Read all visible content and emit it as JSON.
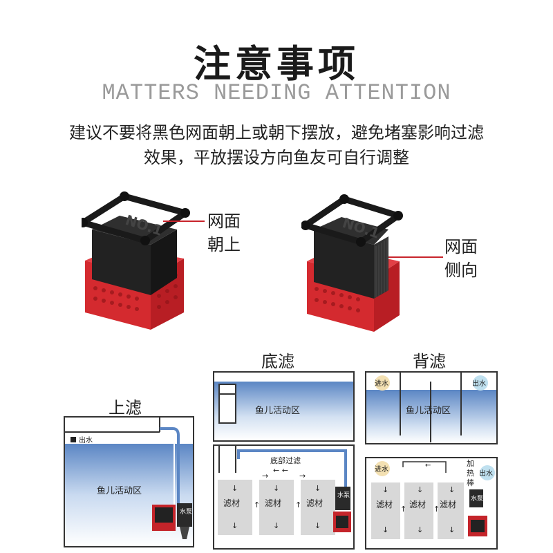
{
  "header": {
    "title": "注意事项",
    "subtitle": "MATTERS NEEDING ATTENTION",
    "desc_line1": "建议不要将黑色网面朝上或朝下摆放，避免堵塞影响过滤",
    "desc_line2": "效果，平放摆设方向鱼友可自行调整"
  },
  "products": {
    "left": {
      "label_line1": "网面",
      "label_line2": "朝上"
    },
    "right": {
      "label_line1": "网面",
      "label_line2": "侧向"
    }
  },
  "diagrams": {
    "top_filter": {
      "title": "上滤",
      "outlet": "出水",
      "zone": "鱼儿活动区",
      "pump": "水泵"
    },
    "bottom_filter": {
      "title": "底滤",
      "zone": "鱼儿活动区",
      "flow_label": "底部过滤",
      "media1": "滤材",
      "media2": "滤材",
      "media3": "滤材",
      "pump": "水泵"
    },
    "back_filter": {
      "title": "背滤",
      "inlet_top": "进水",
      "outlet_top": "出水",
      "zone": "鱼儿活动区",
      "inlet_bottom": "进水",
      "heater": "加热棒",
      "outlet_bottom": "出水",
      "media1": "滤材",
      "media2": "滤材",
      "media3": "滤材",
      "pump": "水泵"
    }
  },
  "colors": {
    "red_basket": "#d9252b",
    "black_filter": "#1e1e1e",
    "water_blue": "#5b86c4",
    "label_line": "#c8232b"
  }
}
